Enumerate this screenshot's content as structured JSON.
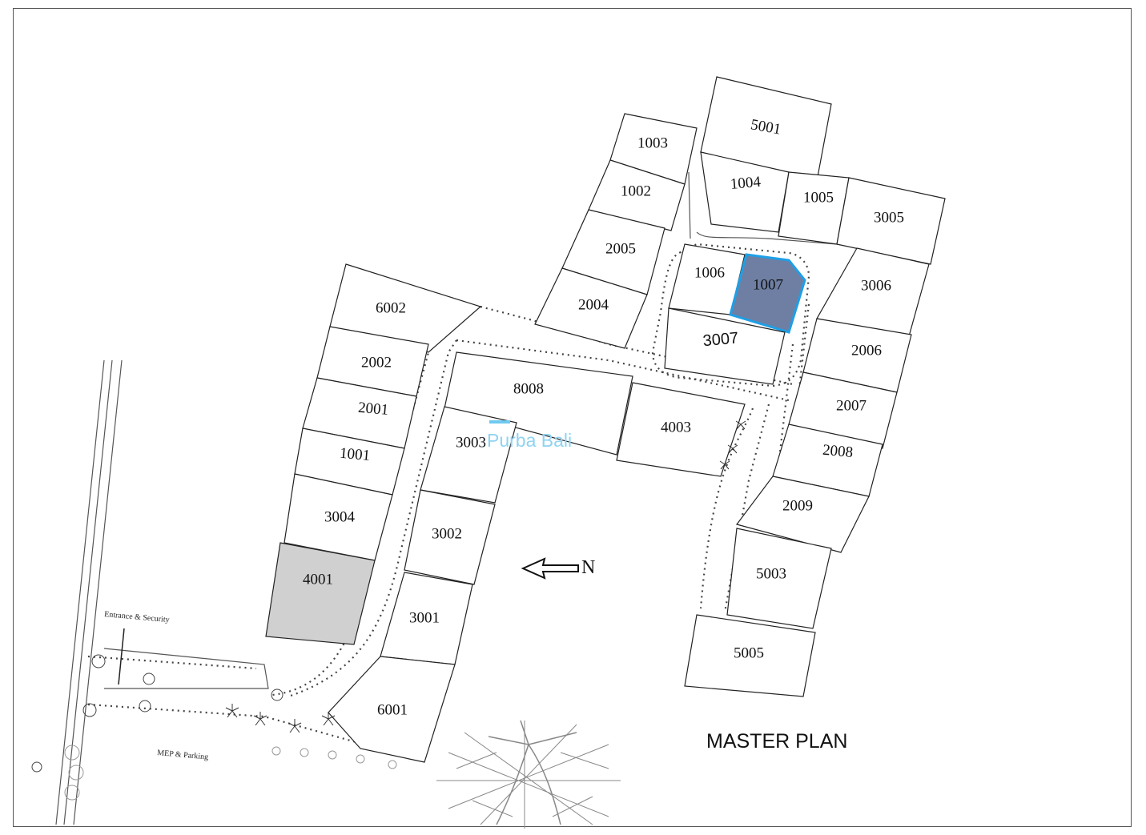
{
  "plan": {
    "title": "MASTER PLAN",
    "north_label": "N",
    "watermark": "Purba Bali",
    "selected_plot": "1007",
    "highlight_color": "#1e9fe6",
    "selected_fill": "#6e7fa3",
    "grey_fill": "#d0d0d0"
  },
  "facilities": {
    "entrance": "Entrance & Security",
    "parking": "MEP & Parking"
  },
  "plots": {
    "p5001": "5001",
    "p1003": "1003",
    "p1002": "1002",
    "p1004": "1004",
    "p1005": "1005",
    "p3005": "3005",
    "p2005": "2005",
    "p1006": "1006",
    "p1007": "1007",
    "p3006": "3006",
    "p2004": "2004",
    "p6002": "6002",
    "p3007": "3007",
    "p2006": "2006",
    "p2002": "2002",
    "p8008": "8008",
    "p2007": "2007",
    "p2001": "2001",
    "p4003": "4003",
    "p3003": "3003",
    "p2008": "2008",
    "p1001": "1001",
    "p2009": "2009",
    "p3004": "3004",
    "p3002": "3002",
    "p5003": "5003",
    "p4001": "4001",
    "p3001": "3001",
    "p5005": "5005",
    "p6001": "6001"
  }
}
